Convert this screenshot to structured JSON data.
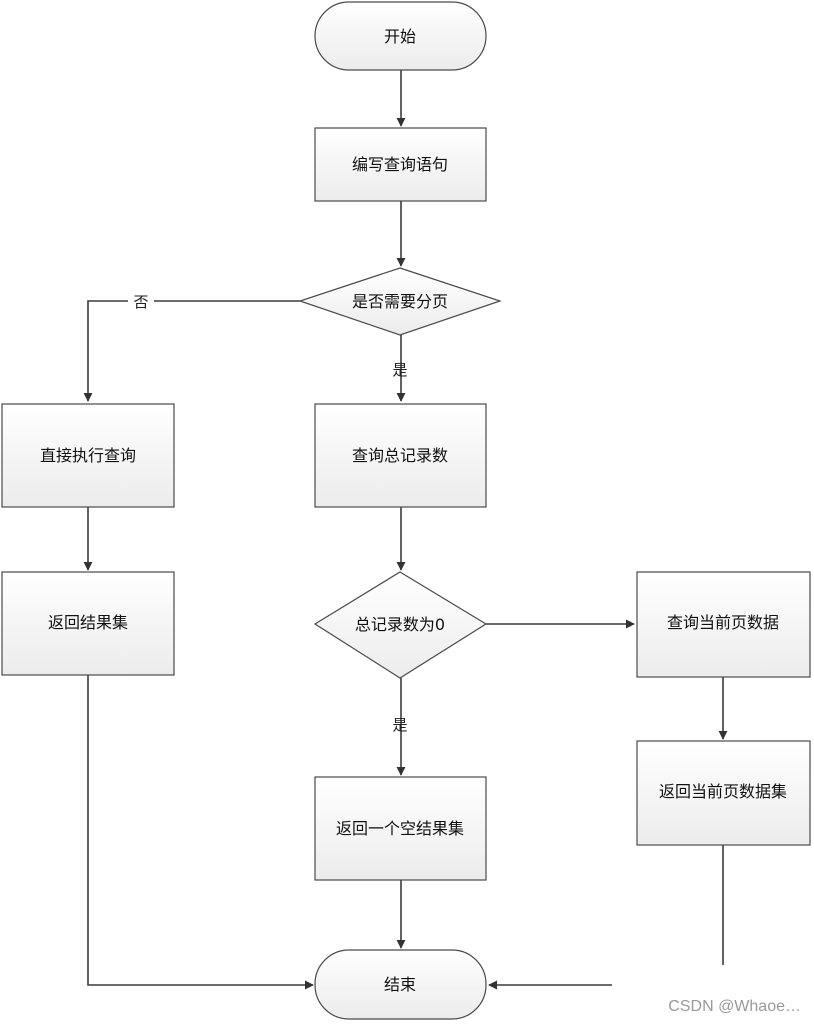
{
  "nodes": {
    "start": "开始",
    "write_query": "编写查询语句",
    "need_paging": "是否需要分页",
    "direct_query": "直接执行查询",
    "return_result_set": "返回结果集",
    "query_total_count": "查询总记录数",
    "count_is_zero": "总记录数为0",
    "query_current_page": "查询当前页数据",
    "return_empty_set": "返回一个空结果集",
    "return_current_page_set": "返回当前页数据集",
    "end": "结束"
  },
  "edges": {
    "no_label": "否",
    "yes_label_paging": "是",
    "yes_label_zero": "是"
  },
  "watermark": "CSDN @Whaoe…"
}
